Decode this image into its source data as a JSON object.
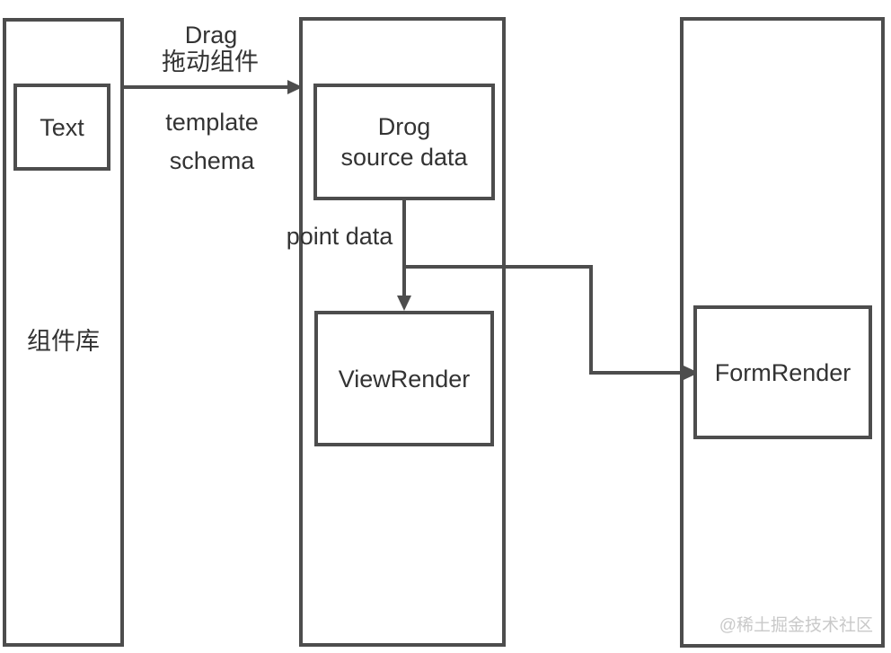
{
  "diagram": {
    "colors": {
      "background": "#ffffff",
      "stroke": "#4d4d4d",
      "text": "#333333",
      "watermark": "#c9c9c9"
    },
    "columns": {
      "library": {
        "label": "组件库"
      },
      "editor": {
        "label": ""
      },
      "form": {
        "label": ""
      }
    },
    "nodes": {
      "text": {
        "label": "Text"
      },
      "drog": {
        "label": "Drog source data",
        "lines": [
          "Drog",
          "source data"
        ]
      },
      "viewrender": {
        "label": "ViewRender"
      },
      "formrender": {
        "label": "FormRender"
      }
    },
    "edges": {
      "drag": {
        "label_en": "Drag",
        "label_zh": "拖动组件",
        "sub_labels": [
          "template",
          "schema"
        ]
      },
      "point": {
        "label": "point data"
      }
    },
    "watermark": "@稀土掘金技术社区"
  }
}
